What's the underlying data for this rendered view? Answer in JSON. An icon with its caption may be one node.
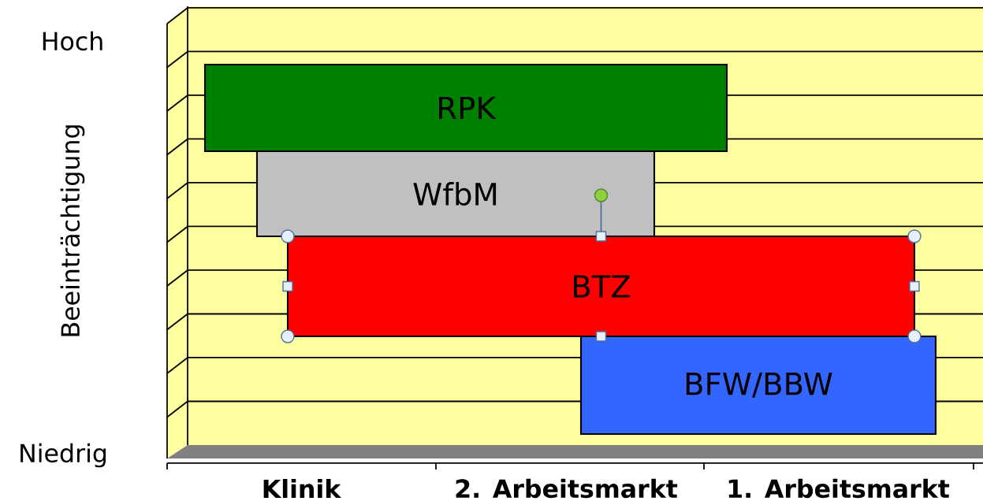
{
  "diagram": {
    "nodes": [
      {
        "text": [
          "RPK"
        ]
      },
      {
        "text": [
          "WfbM"
        ]
      },
      {
        "text": [
          "BTZ"
        ]
      },
      {
        "text": [
          "BFW/BBW"
        ]
      }
    ],
    "labels": [
      "Hoch",
      "Beeinträchtigung",
      "Niedrig",
      "Klinik",
      "2. Arbeitsmarkt",
      "1. Arbeitsmarkt"
    ]
  }
}
